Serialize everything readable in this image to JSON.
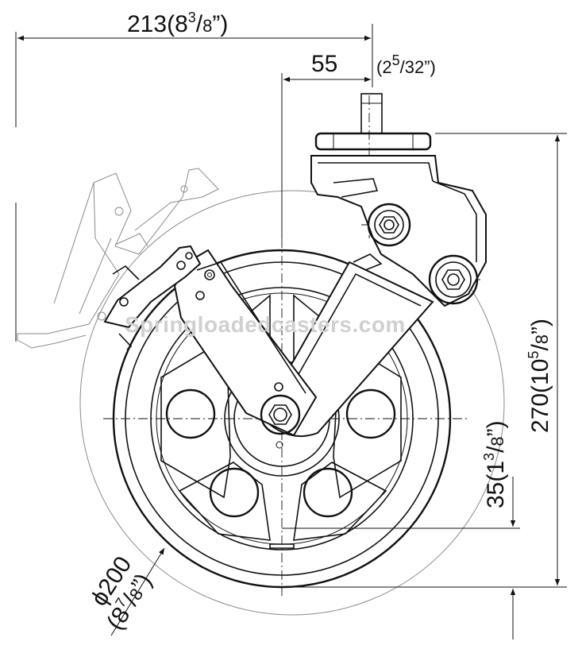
{
  "dimensions": {
    "overall_width": {
      "value": "213",
      "imperial_whole": "8",
      "imperial_num": "3",
      "imperial_den": "8"
    },
    "offset": {
      "value": "55",
      "imperial_whole": "2",
      "imperial_num": "5",
      "imperial_den": "32"
    },
    "height": {
      "value": "270",
      "imperial_whole": "10",
      "imperial_num": "5",
      "imperial_den": "8"
    },
    "ground_clearance": {
      "value": "35",
      "imperial_whole": "1",
      "imperial_num": "3",
      "imperial_den": "8"
    },
    "wheel_diameter": {
      "value": "ϕ200",
      "imperial_whole": "8",
      "imperial_num": "7",
      "imperial_den": "8"
    }
  },
  "watermark": "Springloadedcasters.com"
}
